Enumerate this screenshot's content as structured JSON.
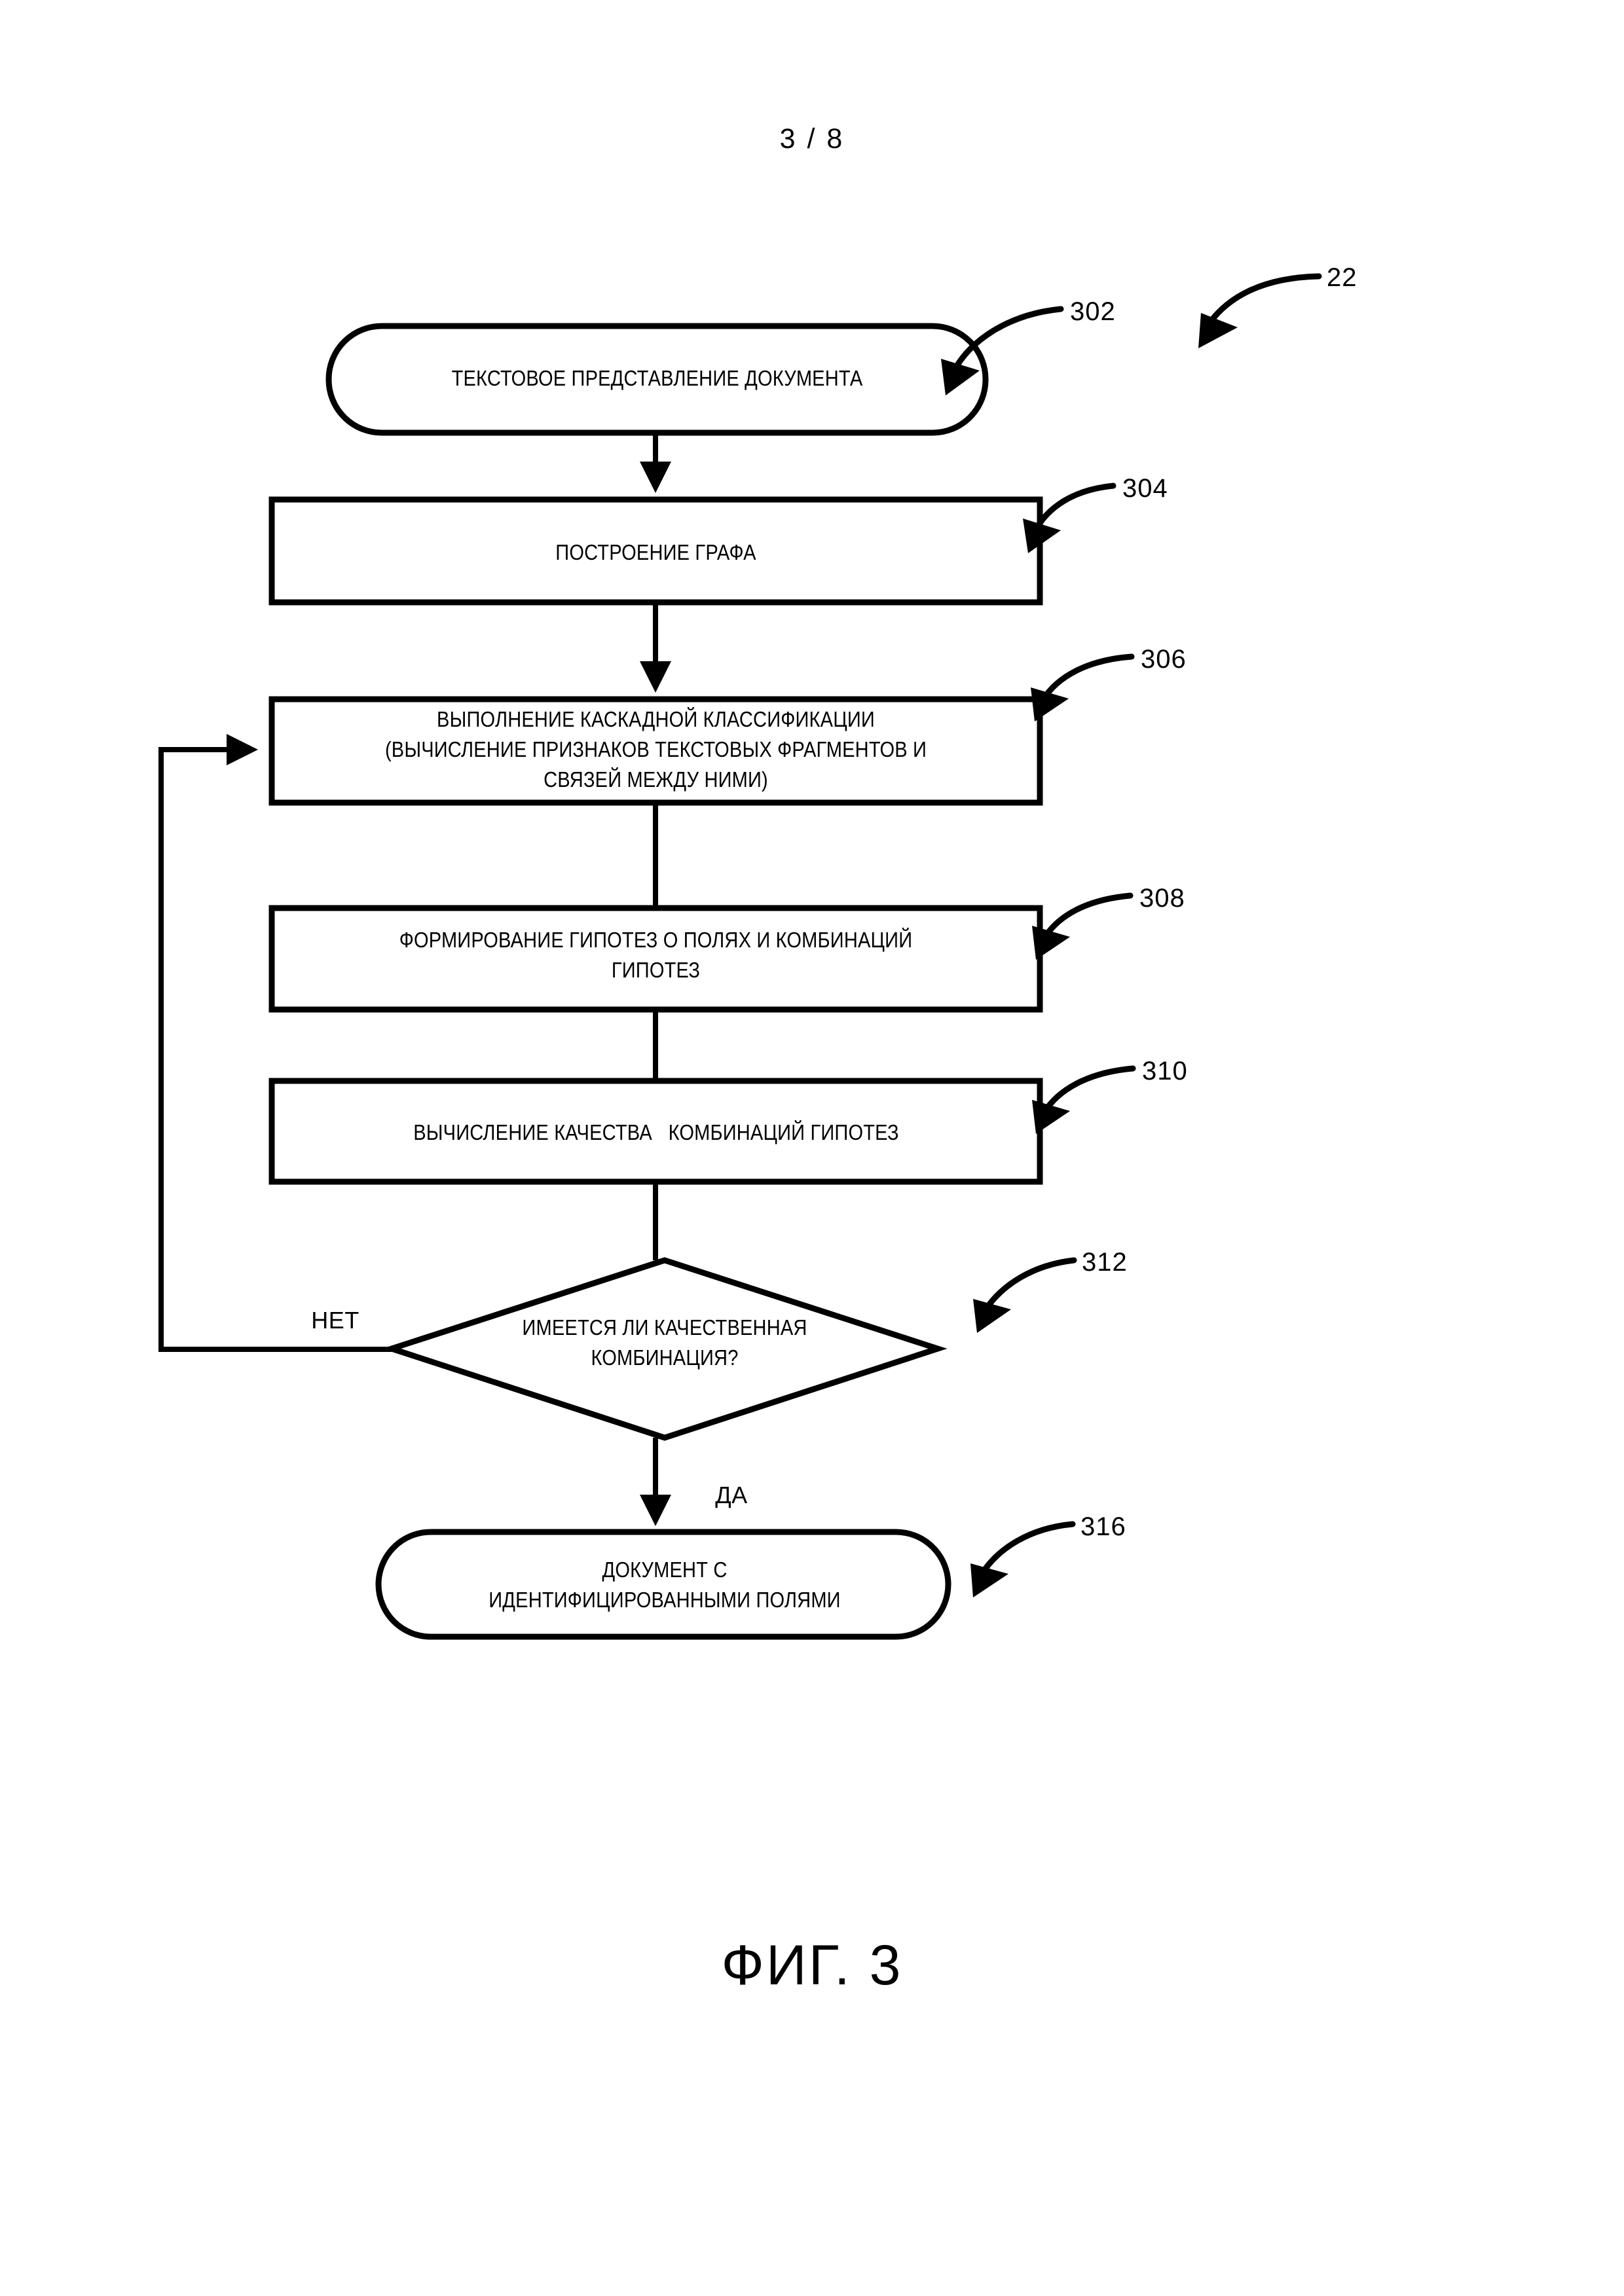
{
  "page": {
    "number_label": "3 / 8",
    "figure_caption": "ФИГ. 3",
    "diagram_ref": "22"
  },
  "flowchart": {
    "type": "process-flowchart",
    "orientation": "top-to-bottom",
    "nodes": [
      {
        "ref": "302",
        "shape": "terminator",
        "lines": [
          "ТЕКСТОВОЕ ПРЕДСТАВЛЕНИЕ ДОКУМЕНТА"
        ]
      },
      {
        "ref": "304",
        "shape": "process",
        "lines": [
          "ПОСТРОЕНИЕ ГРАФА"
        ]
      },
      {
        "ref": "306",
        "shape": "process",
        "lines": [
          "ВЫПОЛНЕНИЕ КАСКАДНОЙ КЛАССИФИКАЦИИ",
          "(ВЫЧИСЛЕНИЕ ПРИЗНАКОВ ТЕКСТОВЫХ ФРАГМЕНТОВ И",
          "СВЯЗЕЙ МЕЖДУ НИМИ)"
        ]
      },
      {
        "ref": "308",
        "shape": "process",
        "lines": [
          "ФОРМИРОВАНИЕ ГИПОТЕЗ О ПОЛЯХ И КОМБИНАЦИЙ",
          "ГИПОТЕЗ"
        ]
      },
      {
        "ref": "310",
        "shape": "process",
        "lines": [
          "ВЫЧИСЛЕНИЕ КАЧЕСТВА   КОМБИНАЦИЙ ГИПОТЕЗ"
        ]
      },
      {
        "ref": "312",
        "shape": "decision",
        "lines": [
          "ИМЕЕТСЯ ЛИ КАЧЕСТВЕННАЯ",
          "КОМБИНАЦИЯ?"
        ]
      },
      {
        "ref": "316",
        "shape": "terminator",
        "lines": [
          "ДОКУМЕНТ С",
          "ИДЕНТИФИЦИРОВАННЫМИ ПОЛЯМИ"
        ]
      }
    ],
    "branch_labels": {
      "no": "НЕТ",
      "yes": "ДА"
    }
  },
  "colors": {
    "ink": "#000000",
    "paper": "#ffffff"
  }
}
